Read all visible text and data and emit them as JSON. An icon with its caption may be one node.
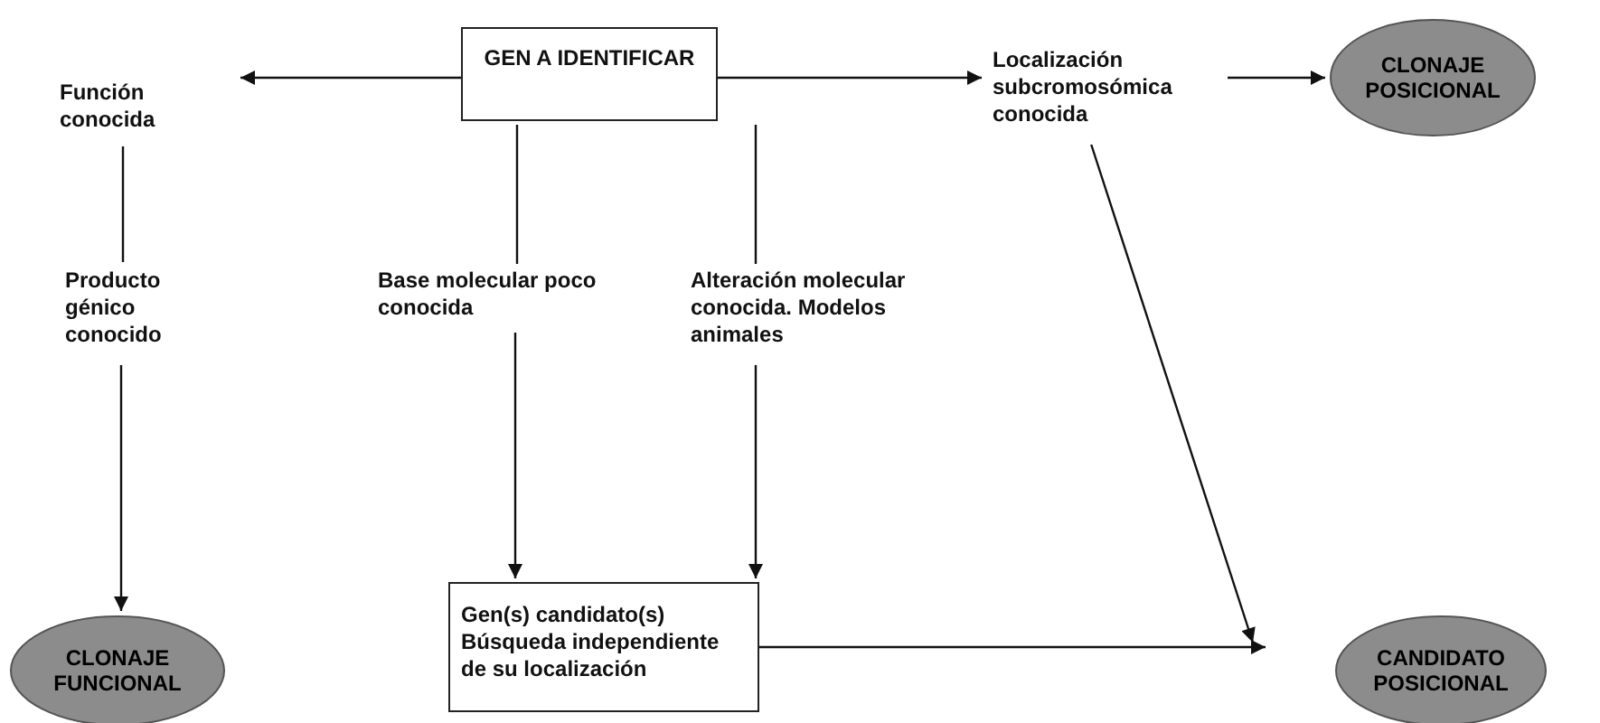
{
  "diagram": {
    "nodes": [
      {
        "text": [
          "GEN A IDENTIFICAR"
        ]
      },
      {
        "text": [
          "Función conocida"
        ]
      },
      {
        "text": [
          "Localización subcromosómica conocida"
        ]
      },
      {
        "text": [
          "CLONAJE POSICIONAL"
        ]
      },
      {
        "text": [
          "Producto génico conocido"
        ]
      },
      {
        "text": [
          "Base molecular poco conocida"
        ]
      },
      {
        "text": [
          "Alteración molecular conocida. Modelos animales"
        ]
      },
      {
        "text": [
          "CLONAJE FUNCIONAL"
        ]
      },
      {
        "text": [
          "Gen(s) candidato(s) Búsqueda independiente de su localización"
        ]
      },
      {
        "text": [
          "CANDIDATO POSICIONAL"
        ]
      }
    ],
    "edges": [
      {
        "from": 0,
        "to": 1,
        "arrow": "to"
      },
      {
        "from": 0,
        "to": 2,
        "arrow": "to"
      },
      {
        "from": 2,
        "to": 3,
        "arrow": "to"
      },
      {
        "from": 1,
        "to": 4,
        "arrow": "none"
      },
      {
        "from": 4,
        "to": 7,
        "arrow": "to"
      },
      {
        "from": 0,
        "to": 5,
        "arrow": "none"
      },
      {
        "from": 5,
        "to": 8,
        "arrow": "to"
      },
      {
        "from": 0,
        "to": 6,
        "arrow": "none"
      },
      {
        "from": 6,
        "to": 8,
        "arrow": "to"
      },
      {
        "from": 2,
        "to": 9,
        "arrow": "to"
      },
      {
        "from": 8,
        "to": 9,
        "arrow": "to"
      }
    ]
  }
}
